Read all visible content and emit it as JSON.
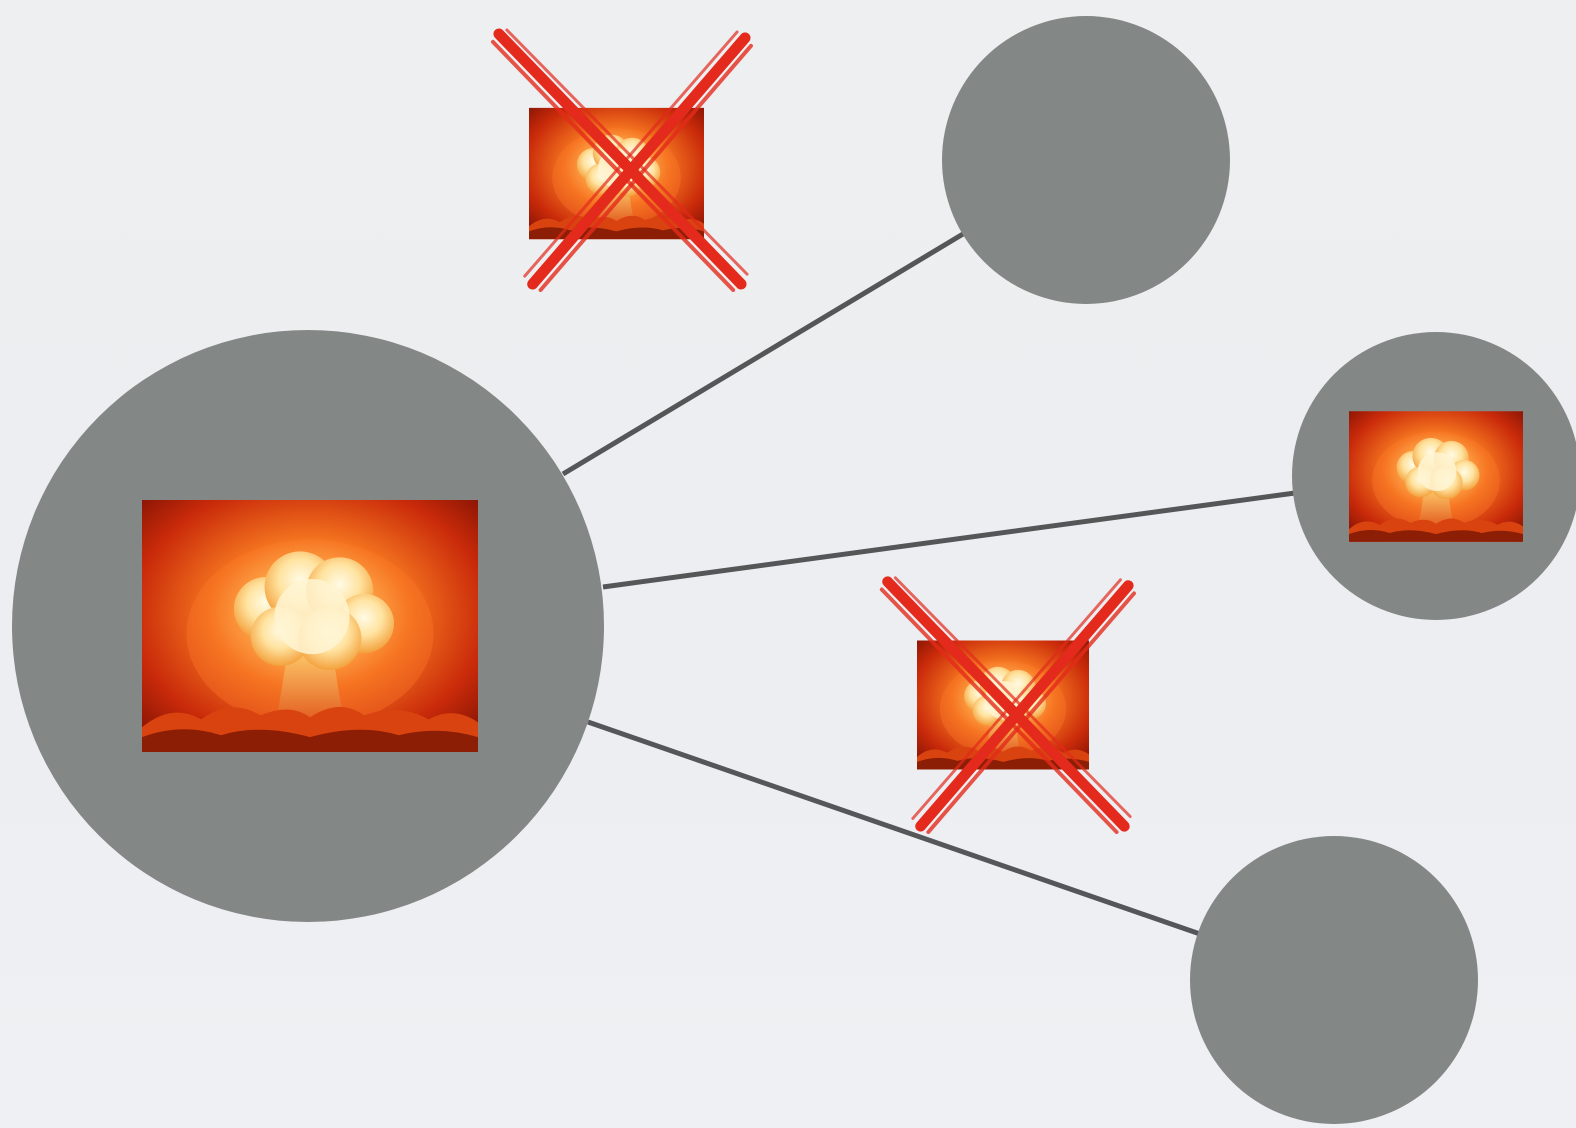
{
  "diagram": {
    "background_color": "#eeeff1",
    "node_color": "#838785",
    "edge_color": "#545657",
    "cross_color": "#e32a1c",
    "nodes": [
      {
        "id": "hub",
        "role": "central-node",
        "image": "explosion-icon"
      },
      {
        "id": "top-right",
        "role": "leaf-node"
      },
      {
        "id": "right",
        "role": "leaf-node",
        "image": "explosion-icon"
      },
      {
        "id": "bottom-right",
        "role": "leaf-node"
      }
    ],
    "edges": [
      {
        "from": "hub",
        "to": "top-right"
      },
      {
        "from": "hub",
        "to": "right"
      },
      {
        "from": "hub",
        "to": "bottom-right"
      }
    ],
    "blocked_items": [
      {
        "image": "explosion-icon",
        "marker": "red-x-icon",
        "position": "above-edge-to-top-right"
      },
      {
        "image": "explosion-icon",
        "marker": "red-x-icon",
        "position": "on-edge-to-bottom-right"
      }
    ]
  }
}
